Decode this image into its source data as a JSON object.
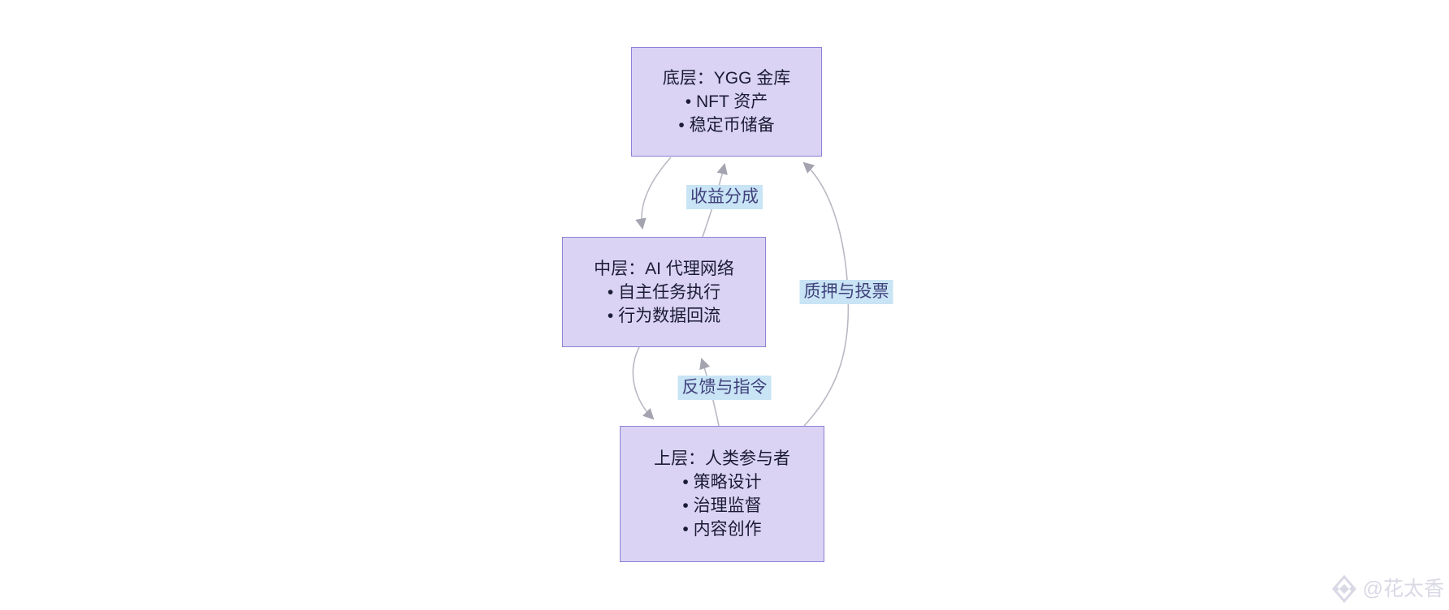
{
  "colors": {
    "canvas_bg": "#ffffff",
    "node_fill": "#dad3f3",
    "node_border": "#8c80d8",
    "node_text": "#1b1b35",
    "edge_line": "#b9b9c3",
    "arrowhead": "#a4a4b0",
    "edge_label_bg": "#c8e4f5",
    "edge_label_text": "#41417c",
    "watermark": "#d9d9e6"
  },
  "diagram": {
    "type": "flowchart",
    "nodes": {
      "treasury": {
        "title": "底层：YGG 金库",
        "bullets": [
          "• NFT 资产",
          "• 稳定币储备"
        ]
      },
      "agents": {
        "title": "中层：AI 代理网络",
        "bullets": [
          "• 自主任务执行",
          "• 行为数据回流"
        ]
      },
      "humans": {
        "title": "上层：人类参与者",
        "bullets": [
          "• 策略设计",
          "• 治理监督",
          "• 内容创作"
        ]
      }
    },
    "edge_labels": {
      "revenue_share": "收益分成",
      "stake_and_vote": "质押与投票",
      "feedback_and_commands": "反馈与指令"
    },
    "edges": [
      {
        "from": "treasury",
        "to": "agents",
        "label": ""
      },
      {
        "from": "agents",
        "to": "treasury",
        "label": "收益分成"
      },
      {
        "from": "agents",
        "to": "humans",
        "label": ""
      },
      {
        "from": "humans",
        "to": "agents",
        "label": "反馈与指令"
      },
      {
        "from": "humans",
        "to": "treasury",
        "label": "质押与投票"
      }
    ]
  },
  "watermark": {
    "handle": "@花太香",
    "icon": "diamond-logo-icon"
  }
}
